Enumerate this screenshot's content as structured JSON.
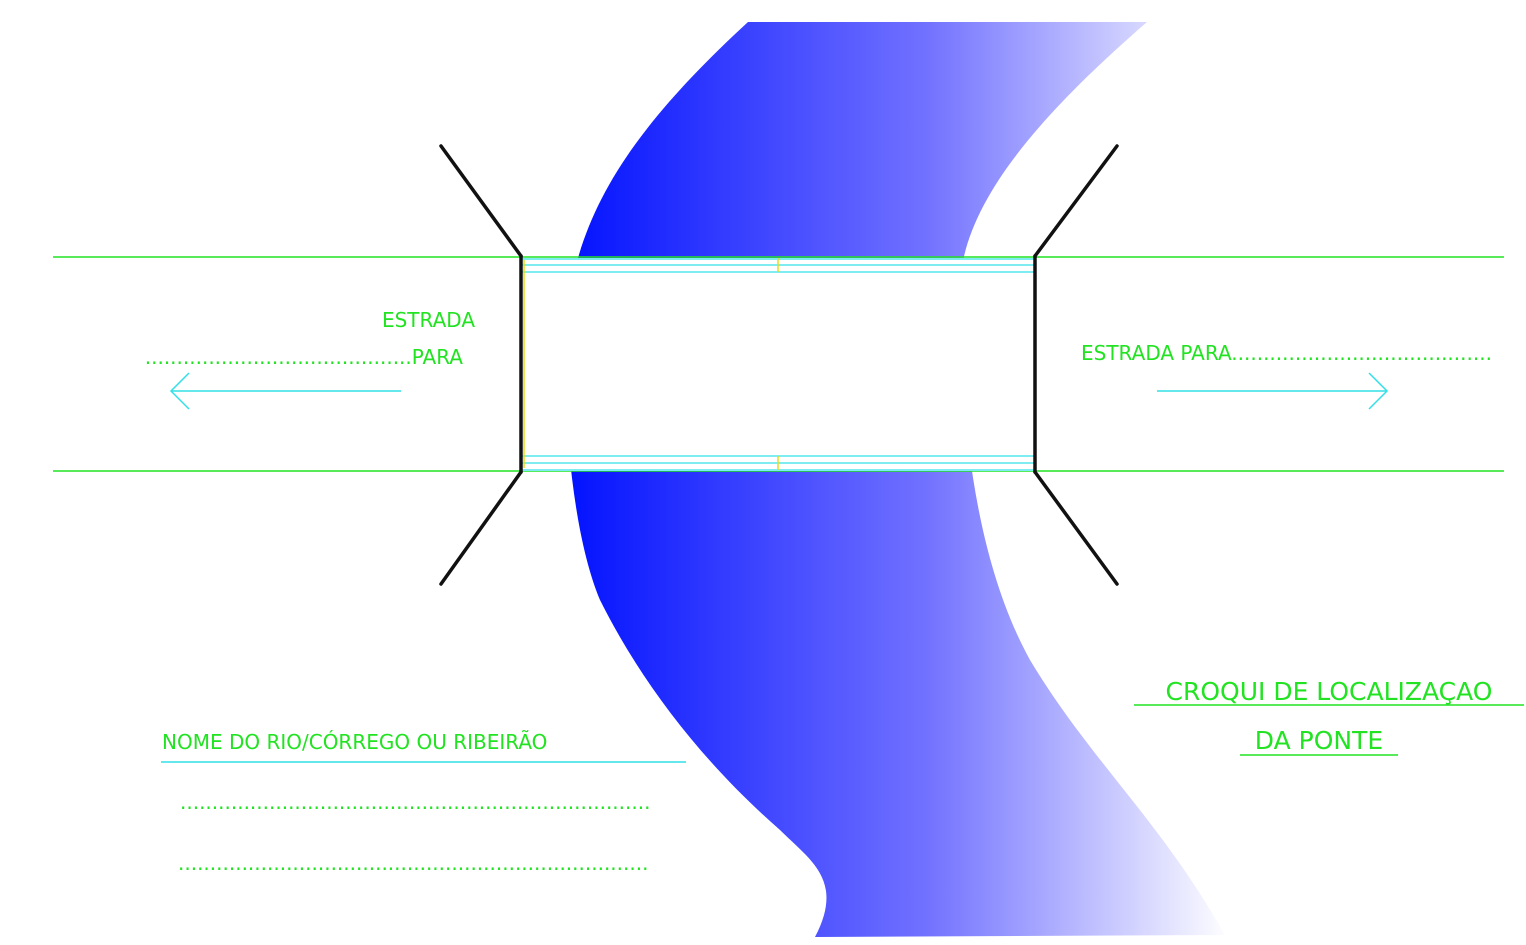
{
  "labels": {
    "left_road_word": "ESTRADA",
    "left_road_line": "..........................................PARA",
    "right_road_line": "ESTRADA  PARA.........................................",
    "river_name_label": "NOME  DO  RIO/CÓRREGO  OU  RIBEIRÃO",
    "river_name_blank_1": "..........................................................................",
    "river_name_blank_2": "..........................................................................",
    "title_line_1": "CROQUI  DE  LOCALIZAÇAO",
    "title_line_2": "DA  PONTE"
  },
  "colors": {
    "road_line": "#22e322",
    "text": "#22e322",
    "cyan": "#32e0e6",
    "black": "#111111",
    "yellow": "#e6dd1a",
    "river_dark": "#0010ff",
    "river_light": "#ffffff"
  },
  "icons": {
    "left_arrow": "arrow-left-icon",
    "right_arrow": "arrow-right-icon"
  }
}
